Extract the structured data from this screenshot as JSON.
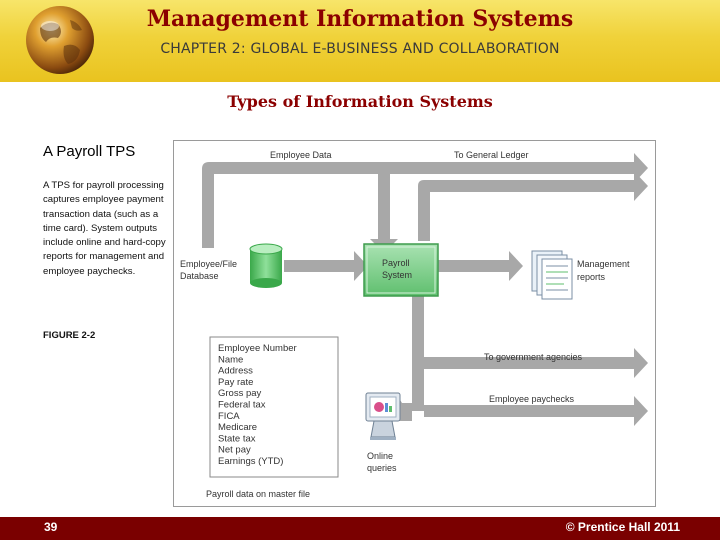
{
  "header": {
    "title": "Management Information Systems",
    "subtitle": "CHAPTER 2: GLOBAL E-BUSINESS AND COLLABORATION"
  },
  "slide": {
    "title": "Types of Information Systems"
  },
  "sidebar": {
    "heading": "A Payroll TPS",
    "description": "A TPS for payroll processing captures employee payment transaction data (such as a time card). System outputs include online and hard-copy reports for management and employee paychecks.",
    "figure_label": "FIGURE 2-2"
  },
  "diagram": {
    "labels": {
      "employee_data": "Employee Data",
      "general_ledger": "To General Ledger",
      "database_line1": "Employee/File",
      "database_line2": "Database",
      "system_line1": "Payroll",
      "system_line2": "System",
      "reports_line1": "Management",
      "reports_line2": "reports",
      "gov_agencies": "To government agencies",
      "paychecks": "Employee paychecks",
      "queries_line1": "Online",
      "queries_line2": "queries",
      "master_file_caption": "Payroll data on master file"
    },
    "master_file_fields": [
      "Employee Number",
      "Name",
      "Address",
      "Pay rate",
      "Gross pay",
      "Federal tax",
      "FICA",
      "Medicare",
      "State tax",
      "Net pay",
      "Earnings (YTD)"
    ],
    "colors": {
      "arrow": "#a8a8a8",
      "system": "#7fcf8c",
      "database": "#5fc46b"
    }
  },
  "footer": {
    "page": "39",
    "copyright": "© Prentice Hall 2011"
  }
}
